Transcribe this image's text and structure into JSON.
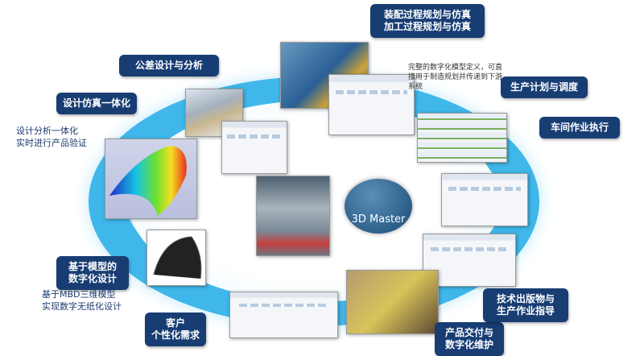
{
  "center": {
    "label": "3D Master"
  },
  "callouts": {
    "assembly": [
      "装配过程规划与仿真",
      "加工过程规划与仿真"
    ],
    "tolerance": "公差设计与分析",
    "design_sim": "设计仿真一体化",
    "production_plan": "生产计划与调度",
    "workshop": "车间作业执行",
    "mbd_design": [
      "基于模型的",
      "数字化设计"
    ],
    "customer": [
      "客户",
      "个性化需求"
    ],
    "delivery": [
      "产品交付与",
      "数字化维护"
    ],
    "publication": [
      "技术出版物与",
      "生产作业指导"
    ]
  },
  "notes": {
    "design_sim": [
      "设计分析一体化",
      "实时进行产品验证"
    ],
    "mbd": [
      "基于MBD三维模型",
      "实现数字无纸化设计"
    ],
    "model_def": [
      "完整的数字化模型定义，可直",
      "接用于制造规划并传递到下游",
      "系统"
    ]
  },
  "colors": {
    "callout": "#173d73",
    "ring": "#3fb7ea"
  }
}
